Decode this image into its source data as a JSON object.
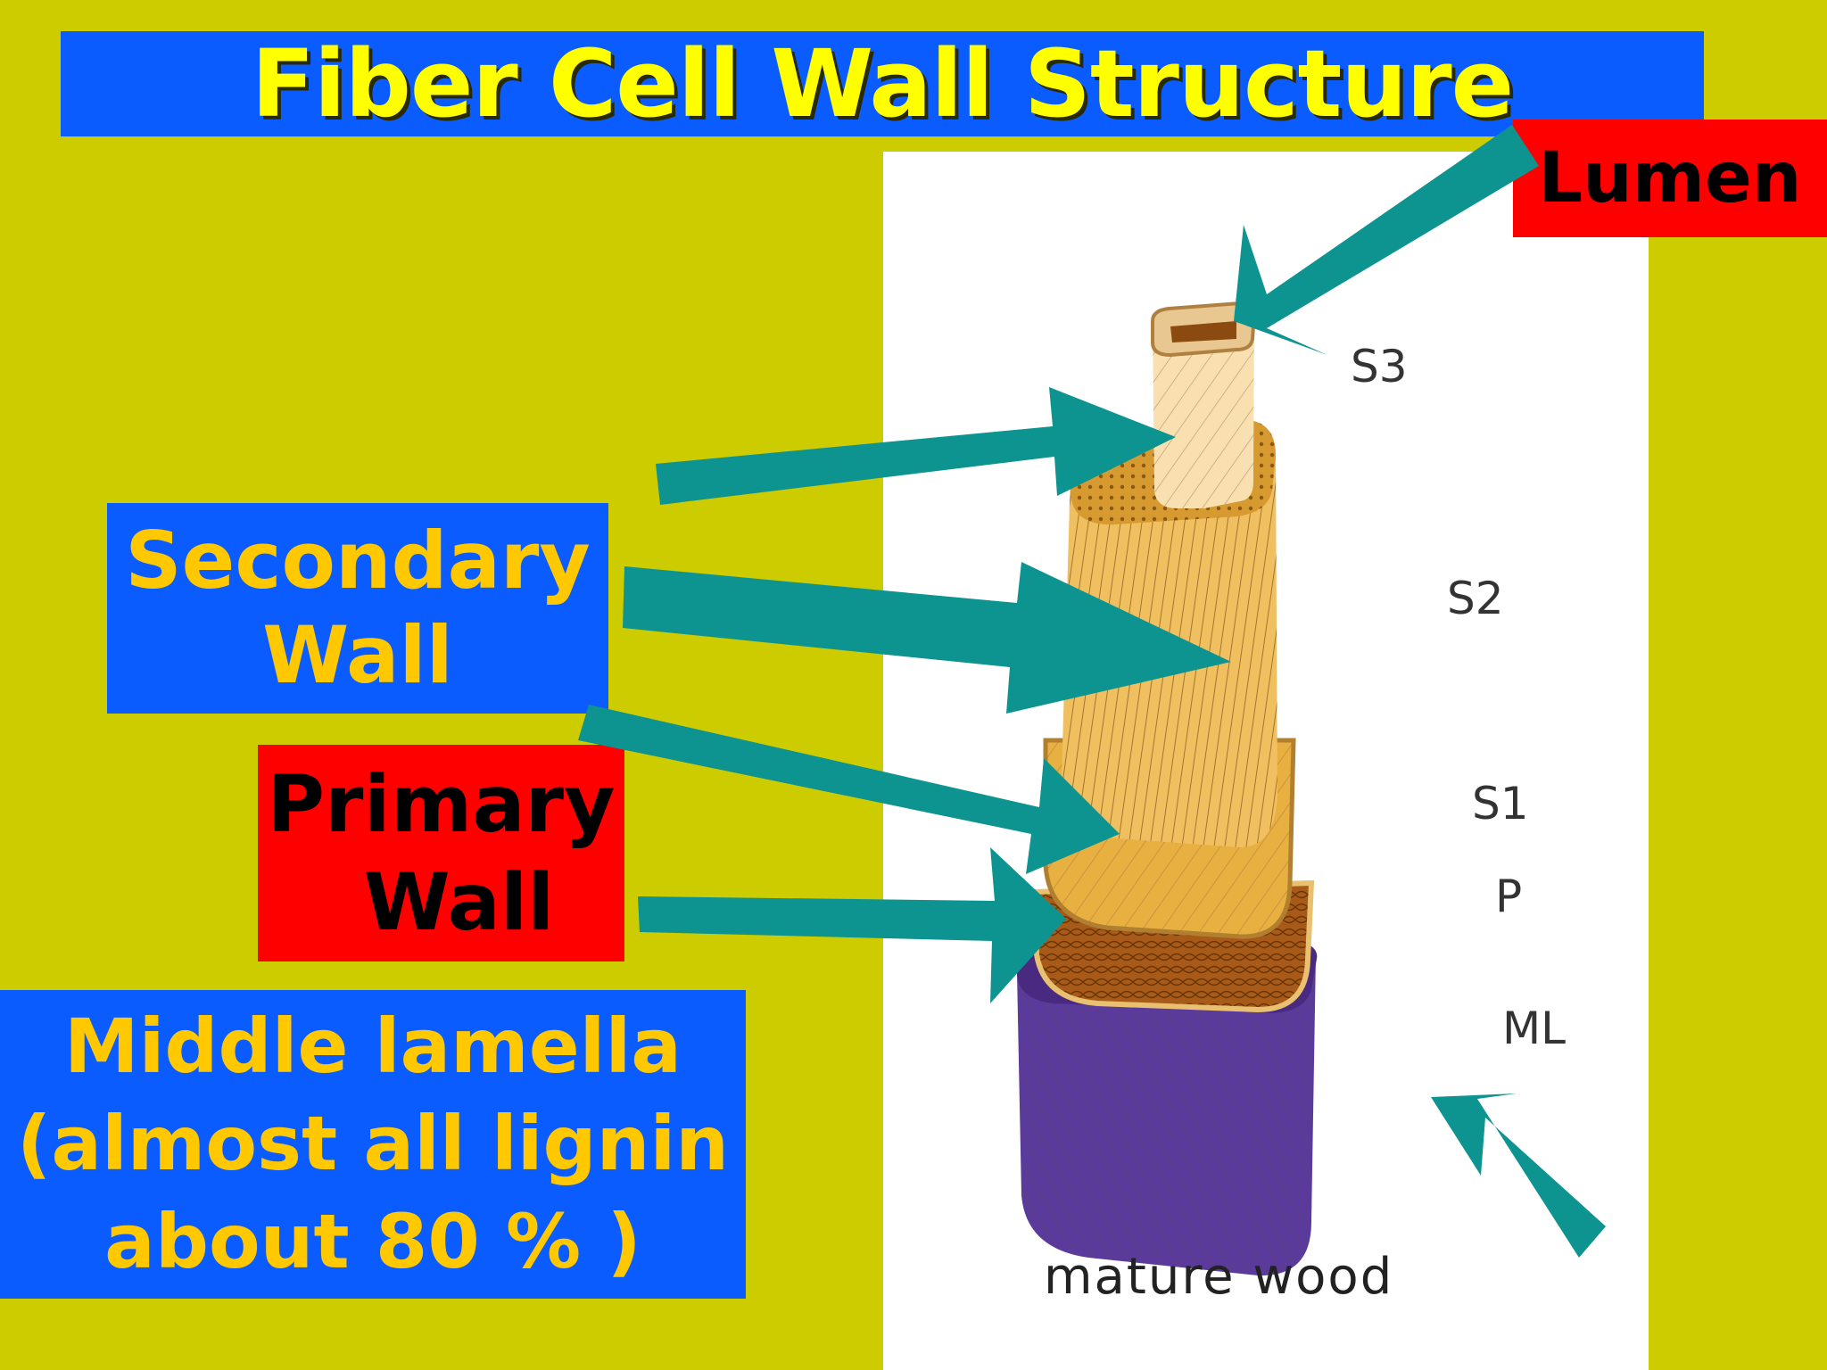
{
  "title": "Fiber Cell Wall Structure",
  "callouts": {
    "lumen": "Lumen",
    "secondary_wall": [
      "Secondary",
      "Wall"
    ],
    "primary_wall": [
      "Primary",
      "Wall"
    ],
    "middle_lamella": [
      "Middle lamella",
      "(almost all lignin",
      "about 80 % )"
    ]
  },
  "layer_labels": {
    "s3": "S3",
    "s2": "S2",
    "s1": "S1",
    "p": "P",
    "ml": "ML"
  },
  "caption": "mature wood",
  "colors": {
    "background": "#cccc00",
    "box_blue": "#0a5cff",
    "box_red": "#ff0000",
    "title_text": "#ffff00",
    "callout_text": "#ffc800",
    "arrow": "#0e9490"
  }
}
